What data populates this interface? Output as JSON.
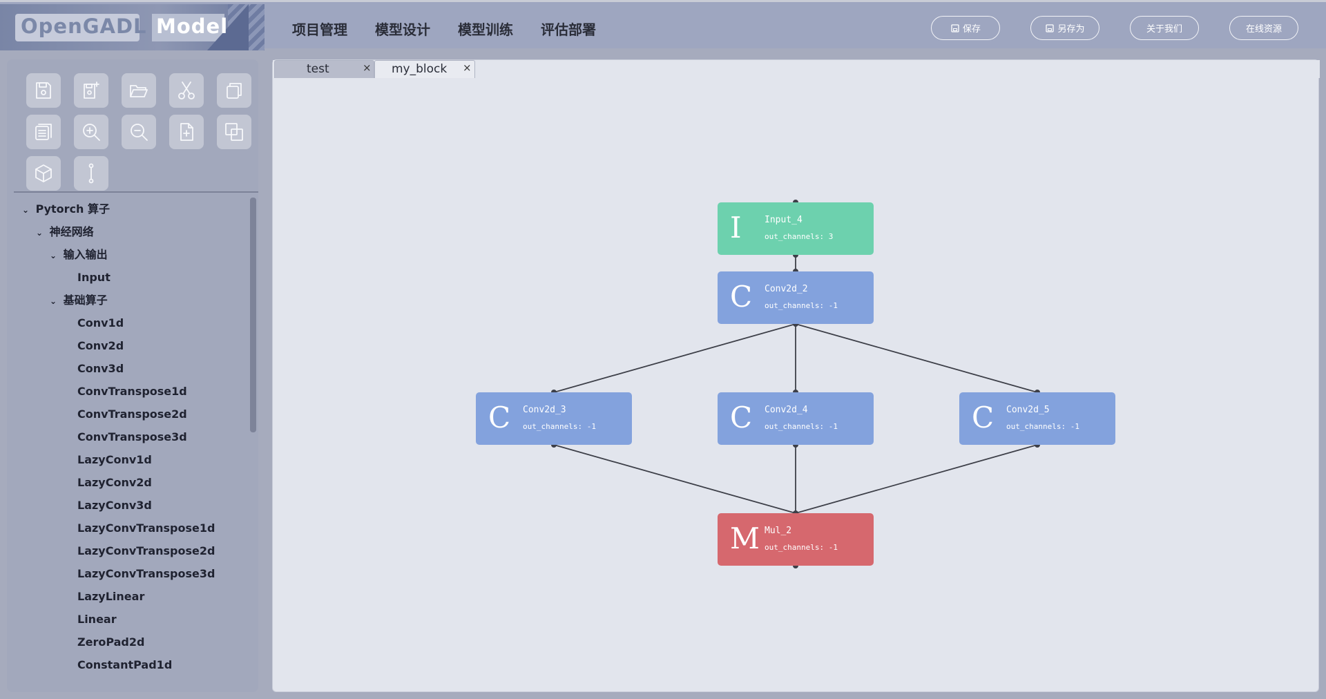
{
  "app": {
    "logo_left": "OpenGADL",
    "logo_right": "Model"
  },
  "nav": {
    "items": [
      "项目管理",
      "模型设计",
      "模型训练",
      "评估部署"
    ]
  },
  "header_buttons": {
    "save": "保存",
    "save_as": "另存为",
    "about": "关于我们",
    "online": "在线资源"
  },
  "toolbar": {
    "icons": [
      "save-icon",
      "save-new-icon",
      "open-folder-icon",
      "cut-icon",
      "copy-icon",
      "paste-icon",
      "zoom-in-icon",
      "zoom-out-icon",
      "new-file-icon",
      "duplicate-icon",
      "cube-icon",
      "connector-icon"
    ]
  },
  "tree": {
    "root": "Pytorch 算子",
    "group": "神经网络",
    "sub1": "输入输出",
    "sub1_items": [
      "Input"
    ],
    "sub2": "基础算子",
    "sub2_items": [
      "Conv1d",
      "Conv2d",
      "Conv3d",
      "ConvTranspose1d",
      "ConvTranspose2d",
      "ConvTranspose3d",
      "LazyConv1d",
      "LazyConv2d",
      "LazyConv3d",
      "LazyConvTranspose1d",
      "LazyConvTranspose2d",
      "LazyConvTranspose3d",
      "LazyLinear",
      "Linear",
      "ZeroPad2d",
      "ConstantPad1d"
    ]
  },
  "tabs": [
    {
      "label": "test",
      "close": "×"
    },
    {
      "label": "my_block",
      "close": "×"
    }
  ],
  "graph": {
    "nodes": {
      "input4": {
        "letter": "I",
        "name": "Input_4",
        "out": "out_channels: 3",
        "color": "#6dd1ae"
      },
      "conv2": {
        "letter": "C",
        "name": "Conv2d_2",
        "out": "out_channels: -1",
        "color": "#83a2dd"
      },
      "conv3": {
        "letter": "C",
        "name": "Conv2d_3",
        "out": "out_channels: -1",
        "color": "#83a2dd"
      },
      "conv4": {
        "letter": "C",
        "name": "Conv2d_4",
        "out": "out_channels: -1",
        "color": "#83a2dd"
      },
      "conv5": {
        "letter": "C",
        "name": "Conv2d_5",
        "out": "out_channels: -1",
        "color": "#83a2dd"
      },
      "mul2": {
        "letter": "M",
        "name": "Mul_2",
        "out": "out_channels: -1",
        "color": "#d6686e"
      }
    },
    "edges": [
      [
        "input4",
        "conv2"
      ],
      [
        "conv2",
        "conv3"
      ],
      [
        "conv2",
        "conv4"
      ],
      [
        "conv2",
        "conv5"
      ],
      [
        "conv3",
        "mul2"
      ],
      [
        "conv4",
        "mul2"
      ],
      [
        "conv5",
        "mul2"
      ]
    ]
  }
}
